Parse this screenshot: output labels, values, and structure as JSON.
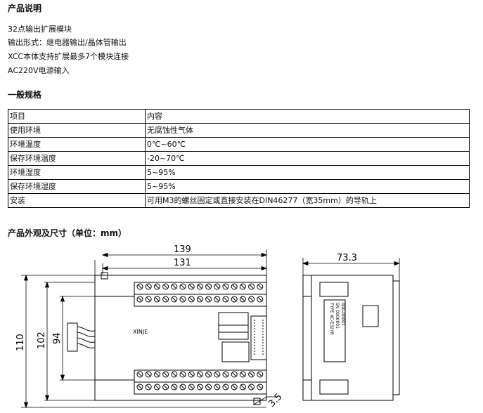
{
  "sections": {
    "product_desc": {
      "title": "产品说明",
      "lines": [
        "32点输出扩展模块",
        "输出形式：继电器输出/晶体管输出",
        "XCC本体支持扩展最多7个模块连接",
        "AC220V电源输入"
      ]
    },
    "general_spec": {
      "title": "一般规格",
      "rows": [
        [
          "项目",
          "内容"
        ],
        [
          "使用环境",
          "无腐蚀性气体"
        ],
        [
          "环境温度",
          "0℃~60℃"
        ],
        [
          "保存环境温度",
          "-20~70℃"
        ],
        [
          "环境湿度",
          "5~95%"
        ],
        [
          "保存环境湿度",
          "5~95%"
        ],
        [
          "安装",
          "可用M3的螺丝固定或直接安装在DIN46277（宽35mm）的导轨上"
        ]
      ]
    },
    "dimensions": {
      "title": "产品外观及尺寸（单位：mm）",
      "dims": {
        "width_total": "139",
        "width_mount": "131",
        "height_total": "110",
        "height_body": "102",
        "height_rail": "94",
        "depth": "73.3",
        "hole": "3.5"
      },
      "brand": "XINJE",
      "label_lines": [
        "TYPE XC-E32YR",
        "SN 0000001",
        "000-00001"
      ]
    }
  }
}
